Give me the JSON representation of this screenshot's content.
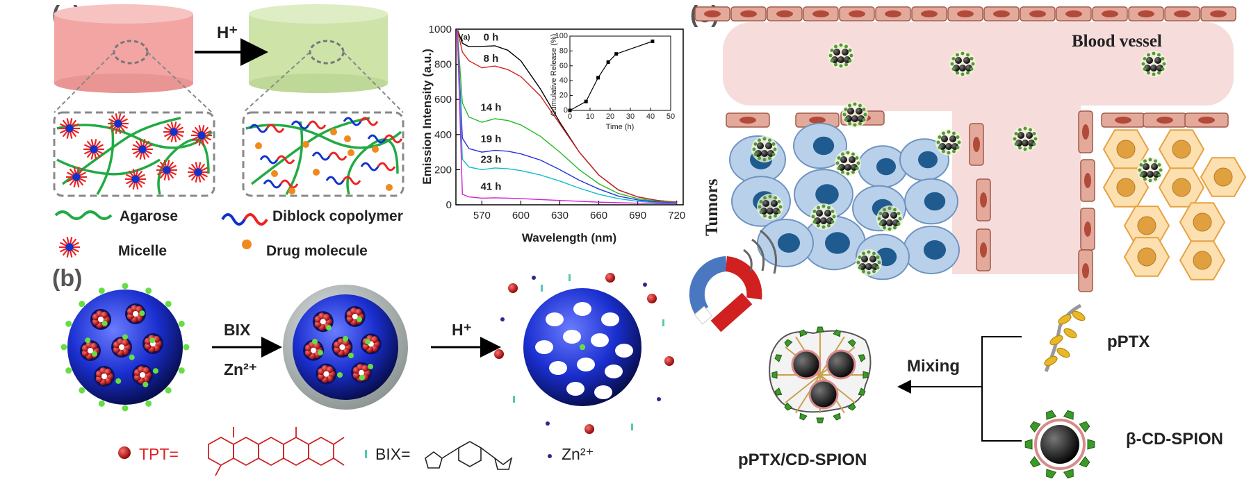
{
  "panel_labels": {
    "a": "(a)",
    "b": "(b)",
    "c": "(c)"
  },
  "panel_a": {
    "arrow_label": "H⁺",
    "legend": {
      "agarose": "Agarose",
      "copolymer": "Diblock  copolymer",
      "micelle": "Micelle",
      "drug": "Drug molecule"
    }
  },
  "chart_data": {
    "type": "line",
    "inner_label": "(a)",
    "xlabel": "Wavelength (nm)",
    "ylabel": "Emission Intensity (a.u.)",
    "xlim": [
      550,
      725
    ],
    "ylim": [
      0,
      1000
    ],
    "xticks": [
      570,
      600,
      630,
      660,
      690,
      720
    ],
    "yticks": [
      0,
      200,
      400,
      600,
      800,
      1000
    ],
    "series": [
      {
        "name": "0 h",
        "color": "#000000",
        "x": [
          551,
          555,
          560,
          570,
          580,
          590,
          600,
          615,
          630,
          645,
          660,
          675,
          690,
          705,
          720
        ],
        "y": [
          1000,
          920,
          900,
          902,
          905,
          880,
          820,
          660,
          470,
          300,
          170,
          85,
          45,
          25,
          15
        ]
      },
      {
        "name": "8 h",
        "color": "#d62020",
        "x": [
          551,
          555,
          560,
          570,
          580,
          590,
          600,
          615,
          630,
          645,
          660,
          675,
          690,
          705,
          720
        ],
        "y": [
          1000,
          870,
          820,
          780,
          790,
          770,
          730,
          620,
          460,
          300,
          170,
          85,
          45,
          25,
          15
        ]
      },
      {
        "name": "14 h",
        "color": "#22bb22",
        "x": [
          551,
          555,
          560,
          570,
          580,
          590,
          600,
          615,
          630,
          645,
          660,
          675,
          690,
          705,
          720
        ],
        "y": [
          1000,
          580,
          500,
          470,
          490,
          480,
          455,
          390,
          300,
          200,
          120,
          65,
          35,
          20,
          12
        ]
      },
      {
        "name": "19 h",
        "color": "#2233dd",
        "x": [
          551,
          555,
          560,
          570,
          580,
          590,
          600,
          615,
          630,
          645,
          660,
          675,
          690,
          705,
          720
        ],
        "y": [
          1000,
          380,
          320,
          300,
          310,
          305,
          290,
          255,
          200,
          140,
          90,
          50,
          28,
          16,
          10
        ]
      },
      {
        "name": "23 h",
        "color": "#11bbcc",
        "x": [
          551,
          555,
          560,
          570,
          580,
          590,
          600,
          615,
          630,
          645,
          660,
          675,
          690,
          705,
          720
        ],
        "y": [
          1000,
          260,
          215,
          200,
          210,
          205,
          195,
          170,
          135,
          95,
          60,
          35,
          20,
          12,
          8
        ]
      },
      {
        "name": "41 h",
        "color": "#cc22cc",
        "x": [
          551,
          555,
          560,
          570,
          580,
          590,
          600,
          615,
          630,
          645,
          660,
          675,
          690,
          705,
          720
        ],
        "y": [
          1000,
          60,
          45,
          38,
          40,
          38,
          35,
          30,
          25,
          20,
          15,
          12,
          9,
          7,
          5
        ]
      }
    ],
    "inset": {
      "type": "line",
      "xlabel": "Time (h)",
      "ylabel": "Cumulative Release (%)",
      "xlim": [
        0,
        50
      ],
      "ylim": [
        0,
        100
      ],
      "xticks": [
        0,
        10,
        20,
        30,
        40,
        50
      ],
      "yticks": [
        0,
        20,
        40,
        60,
        80,
        100
      ],
      "x": [
        0,
        8,
        14,
        19,
        23,
        41
      ],
      "y": [
        0,
        12,
        44,
        65,
        76,
        93
      ]
    }
  },
  "panel_b": {
    "step1_top": "BIX",
    "step1_bottom": "Zn²⁺",
    "step2": "H⁺",
    "legend": {
      "tpt": "TPT=",
      "bix": "BIX=",
      "zn": "Zn²⁺"
    }
  },
  "panel_c": {
    "blood_vessel": "Blood vessel",
    "tumors": "Tumors",
    "mixing": "Mixing",
    "pptx": "pPTX",
    "cd_spion": "β-CD-SPION",
    "complex": "pPTX/CD-SPION"
  },
  "colors": {
    "agarose": "#22aa44",
    "micelle_arms": "#ee2222",
    "micelle_core": "#1133cc",
    "drug": "#f08a1e",
    "gel_red": "#f2a5a3",
    "gel_green": "#cde3a8",
    "vessel": "#f7dcdc",
    "endothelium": "#d99888",
    "tumor_cell": "#b8d0ea",
    "normal_cell": "#f7c986",
    "sphere": "#1a2fcf"
  }
}
